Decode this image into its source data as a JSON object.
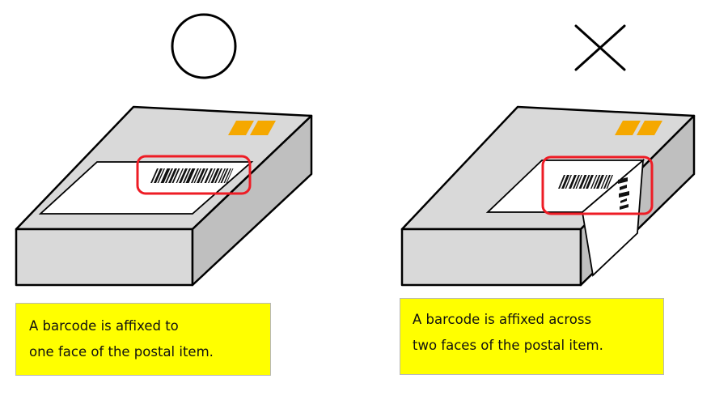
{
  "colors": {
    "box_face": "#d9d9d9",
    "box_side": "#bfbfbf",
    "stamp": "#f5a800",
    "highlight": "#ee1c25",
    "caption_bg": "#ffff00",
    "label": "#ffffff",
    "outline": "#000000"
  },
  "panels": [
    {
      "symbol": "circle-icon",
      "caption": {
        "line1": "A barcode is affixed to",
        "line2": "one face of the postal item."
      }
    },
    {
      "symbol": "cross-icon",
      "caption": {
        "line1": "A barcode is affixed across",
        "line2": "two faces of the postal item."
      }
    }
  ]
}
